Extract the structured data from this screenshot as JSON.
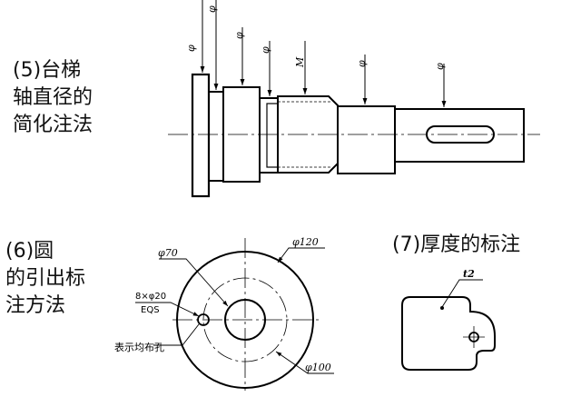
{
  "captions": {
    "shaft": [
      "(5)台梯",
      "轴直径的",
      "简化注法"
    ],
    "circle": [
      "(6)圆",
      "的引出标",
      "注方法"
    ],
    "thickness": [
      "(7)厚度的标注"
    ]
  },
  "shaft_labels": [
    "φ",
    "φ",
    "φ",
    "φ",
    "M",
    "φ",
    "φ"
  ],
  "circle_labels": {
    "d70": "φ70",
    "d120": "φ120",
    "holes": "8×φ20",
    "eqs": "EQS",
    "uniform_holes": "表示均布孔",
    "d100": "φ100"
  },
  "thickness_label": "t2"
}
